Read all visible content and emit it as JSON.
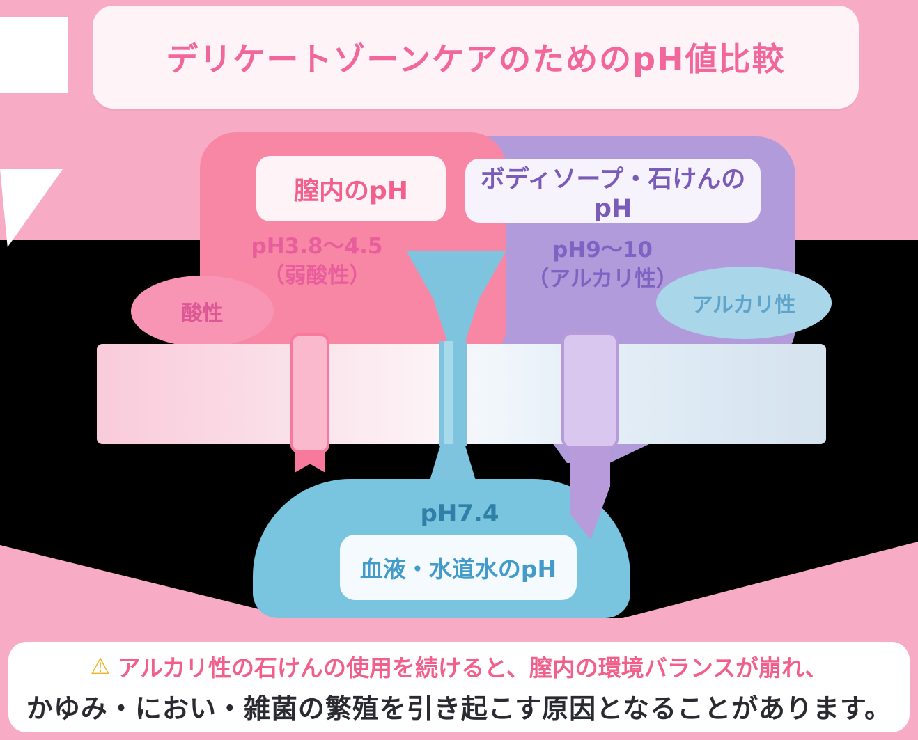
{
  "title": "デリケートゾーンケアのためのpH値比較",
  "markers": {
    "vaginal": {
      "label": "膣内のpH",
      "value": "pH3.8〜4.5",
      "note": "（弱酸性）"
    },
    "soap": {
      "label": "ボディソープ・石けんのpH",
      "value": "pH9〜10",
      "note": "（アルカリ性）"
    },
    "blood": {
      "label": "血液・水道水のpH",
      "value": "pH7.4"
    }
  },
  "scale": {
    "acid_label": "酸性",
    "alkaline_label": "アルカリ性"
  },
  "warning": {
    "icon": "⚠",
    "line1": "アルカリ性の石けんの使用を続けると、膣内の環境バランスが崩れ、",
    "line2": "かゆみ・におい・雑菌の繁殖を引き起こす原因となることがあります。"
  },
  "colors": {
    "background_pink": "#F8ABC4",
    "vaginal_pink": "#F887A6",
    "vaginal_text": "#E85D9B",
    "soap_purple": "#B29BDB",
    "soap_text": "#7F63C2",
    "blood_blue": "#79C4DE",
    "blood_text": "#2F7FA6",
    "bar_acid": "#F9CBDB",
    "bar_alkaline": "#D5E3EF",
    "title_pink": "#F2679B",
    "warning_pink": "#F0608A",
    "warning_dark": "#2A2A31",
    "warning_icon_yellow": "#F0B429"
  }
}
